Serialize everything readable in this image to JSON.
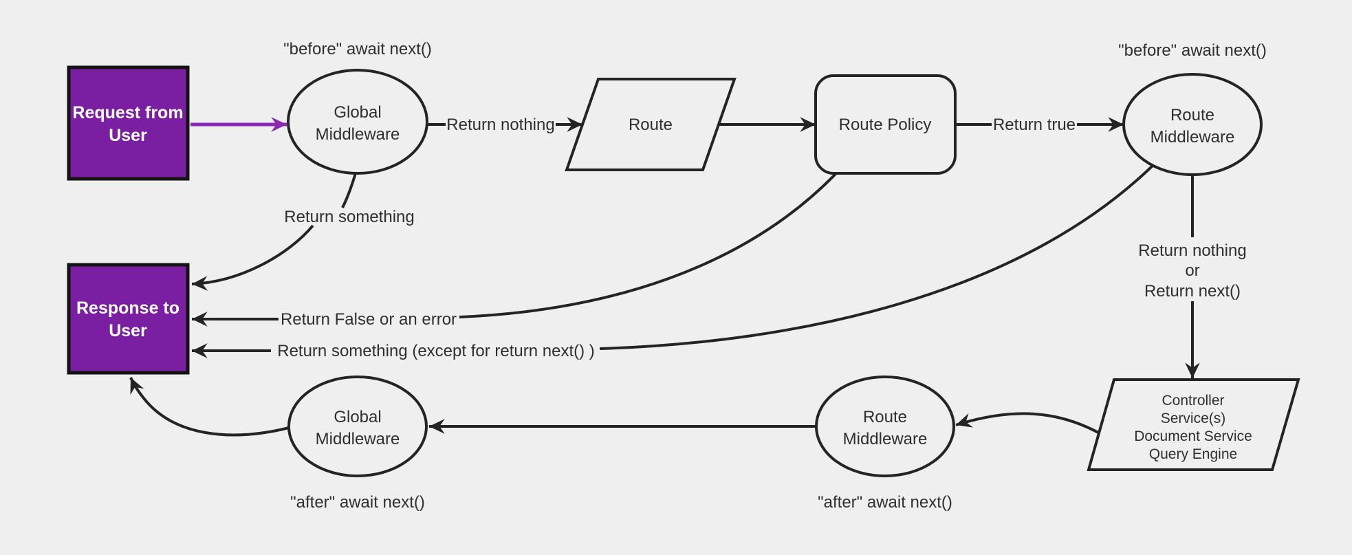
{
  "colors": {
    "bg": "#efefef",
    "ink": "#242424",
    "purple": "#7b1fa2",
    "purple-arrow": "#8a28b4",
    "text": "#2f2f2f"
  },
  "nodes": {
    "request": {
      "line1": "Request from",
      "line2": "User"
    },
    "response": {
      "line1": "Response to",
      "line2": "User"
    },
    "global_mw_top": {
      "line1": "Global",
      "line2": "Middleware"
    },
    "global_mw_bottom": {
      "line1": "Global",
      "line2": "Middleware"
    },
    "route": {
      "label": "Route"
    },
    "route_policy": {
      "label": "Route Policy"
    },
    "route_mw_top": {
      "line1": "Route",
      "line2": "Middleware"
    },
    "route_mw_bottom": {
      "line1": "Route",
      "line2": "Middleware"
    },
    "controller": {
      "line1": "Controller",
      "line2": "Service(s)",
      "line3": "Document Service",
      "line4": "Query Engine"
    }
  },
  "labels": {
    "before_await_left": "\"before\" await next()",
    "before_await_right": "\"before\" await next()",
    "after_await_left": "\"after\" await next()",
    "after_await_right": "\"after\" await next()",
    "return_nothing": "Return nothing",
    "return_true": "Return true",
    "return_something": "Return something",
    "return_false_or_error": "Return False or an error",
    "return_something_except": "Return something (except for return next() )",
    "return_nothing_or_line1": "Return nothing",
    "return_nothing_or_line2": "or",
    "return_nothing_or_line3": "Return next()"
  }
}
